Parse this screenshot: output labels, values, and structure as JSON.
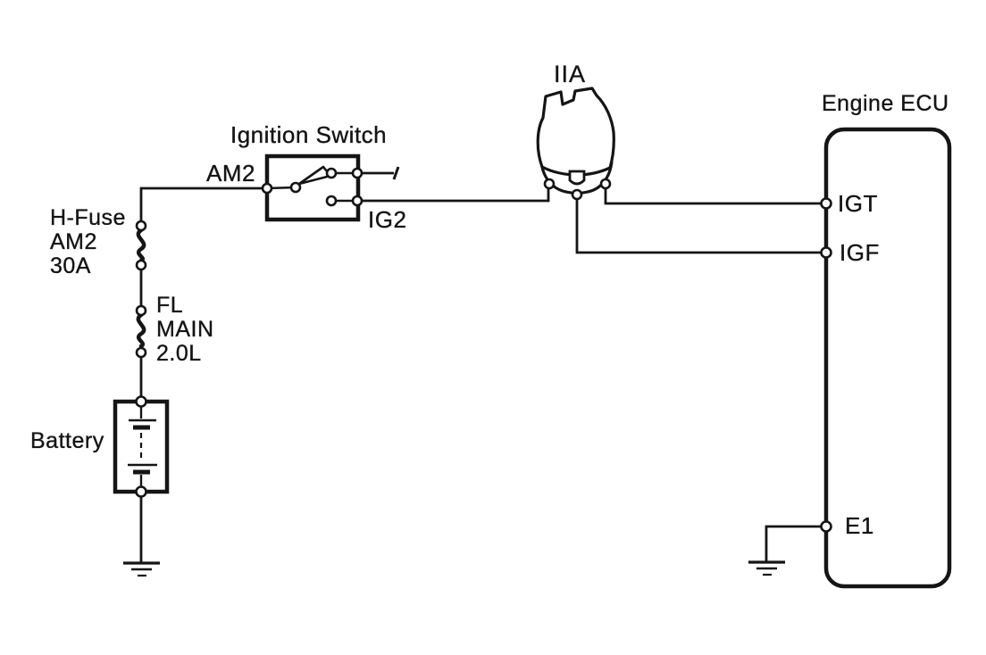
{
  "diagram": {
    "background_color": "#ffffff",
    "ink_color": "#151515",
    "components": {
      "h_fuse": {
        "label_lines": [
          "H-Fuse",
          "AM2",
          "30A"
        ]
      },
      "fusible_link": {
        "label_lines": [
          "FL",
          "MAIN",
          "2.0L"
        ]
      },
      "battery": {
        "label": "Battery"
      },
      "ignition_switch": {
        "label": "Ignition Switch",
        "input_terminal": "AM2",
        "output_terminal": "IG2"
      },
      "distributor": {
        "label": "IIA"
      },
      "engine_ecu": {
        "label": "Engine ECU",
        "terminals": [
          "IGT",
          "IGF",
          "E1"
        ]
      }
    }
  }
}
